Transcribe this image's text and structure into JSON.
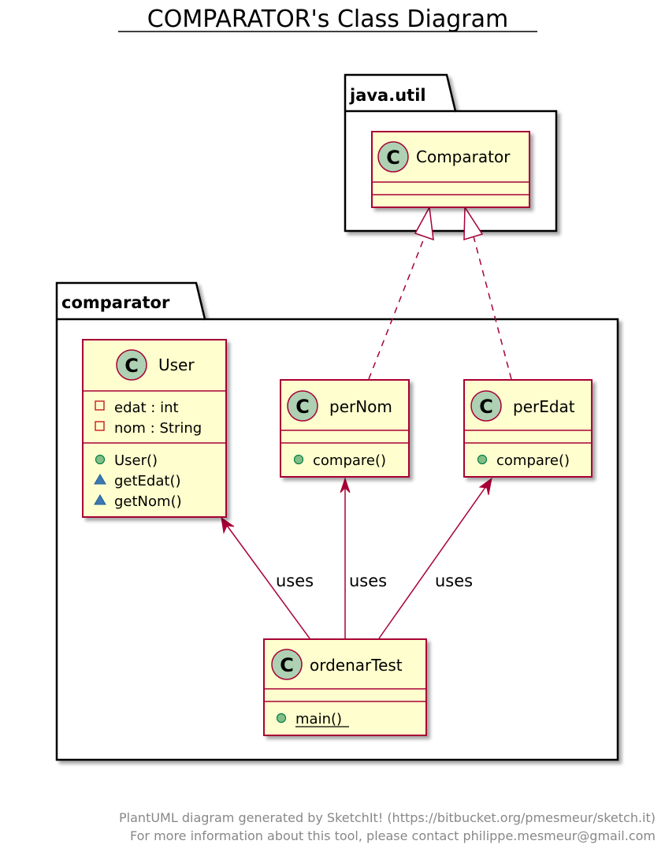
{
  "diagram": {
    "title": "COMPARATOR's Class Diagram",
    "packages": [
      {
        "name": "java.util"
      },
      {
        "name": "comparator"
      }
    ],
    "classes": [
      {
        "name": "Comparator",
        "stereo_letter": "C",
        "fields": [],
        "methods": []
      },
      {
        "name": "User",
        "stereo_letter": "C",
        "fields": [
          {
            "visibility": "private",
            "text": "edat : int"
          },
          {
            "visibility": "private",
            "text": "nom : String"
          }
        ],
        "methods": [
          {
            "visibility": "public",
            "text": "User()"
          },
          {
            "visibility": "package",
            "text": "getEdat()"
          },
          {
            "visibility": "package",
            "text": "getNom()"
          }
        ]
      },
      {
        "name": "perNom",
        "stereo_letter": "C",
        "fields": [],
        "methods": [
          {
            "visibility": "public",
            "text": "compare()"
          }
        ]
      },
      {
        "name": "perEdat",
        "stereo_letter": "C",
        "fields": [],
        "methods": [
          {
            "visibility": "public",
            "text": "compare()"
          }
        ]
      },
      {
        "name": "ordenarTest",
        "stereo_letter": "C",
        "fields": [],
        "methods": [
          {
            "visibility": "public",
            "text": "main()",
            "static": true
          }
        ]
      }
    ],
    "relations": [
      {
        "from": "perNom",
        "to": "Comparator",
        "type": "realization"
      },
      {
        "from": "perEdat",
        "to": "Comparator",
        "type": "realization"
      },
      {
        "from": "ordenarTest",
        "to": "User",
        "type": "association",
        "label": "uses"
      },
      {
        "from": "ordenarTest",
        "to": "perNom",
        "type": "association",
        "label": "uses"
      },
      {
        "from": "ordenarTest",
        "to": "perEdat",
        "type": "association",
        "label": "uses"
      }
    ],
    "footer": {
      "line1": "PlantUML diagram generated by SketchIt! (https://bitbucket.org/pmesmeur/sketch.it)",
      "line2": "For more information about this tool, please contact philippe.mesmeur@gmail.com"
    },
    "colors": {
      "class_fill": "#FEFECE",
      "class_border": "#A80036",
      "circle_fill": "#ADD1B2",
      "public_fill": "#84BE84",
      "package_fill": "#4177AF"
    }
  }
}
